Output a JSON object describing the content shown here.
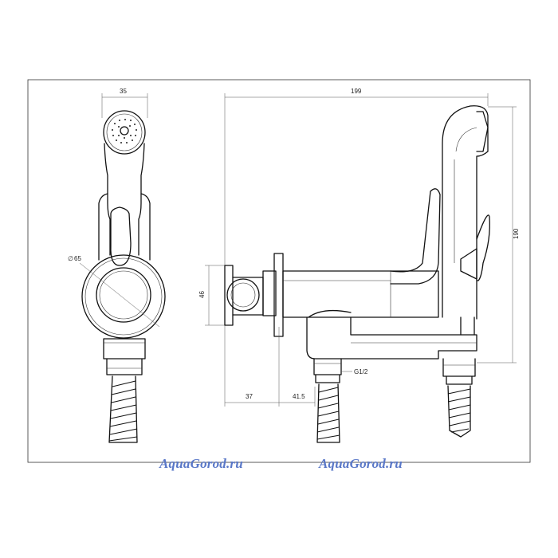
{
  "dimensions": {
    "width_35": "35",
    "dia_65": "65",
    "total_199": "199",
    "height_190": "190",
    "height_46": "46",
    "depth_37": "37",
    "depth_41_5": "41.5",
    "thread": "G1/2"
  },
  "diameter_symbol": "∅",
  "watermarks": {
    "left": "AquaGorod.ru",
    "right": "AquaGorod.ru"
  },
  "colors": {
    "line": "#111111",
    "watermark": "#5a78c8"
  }
}
